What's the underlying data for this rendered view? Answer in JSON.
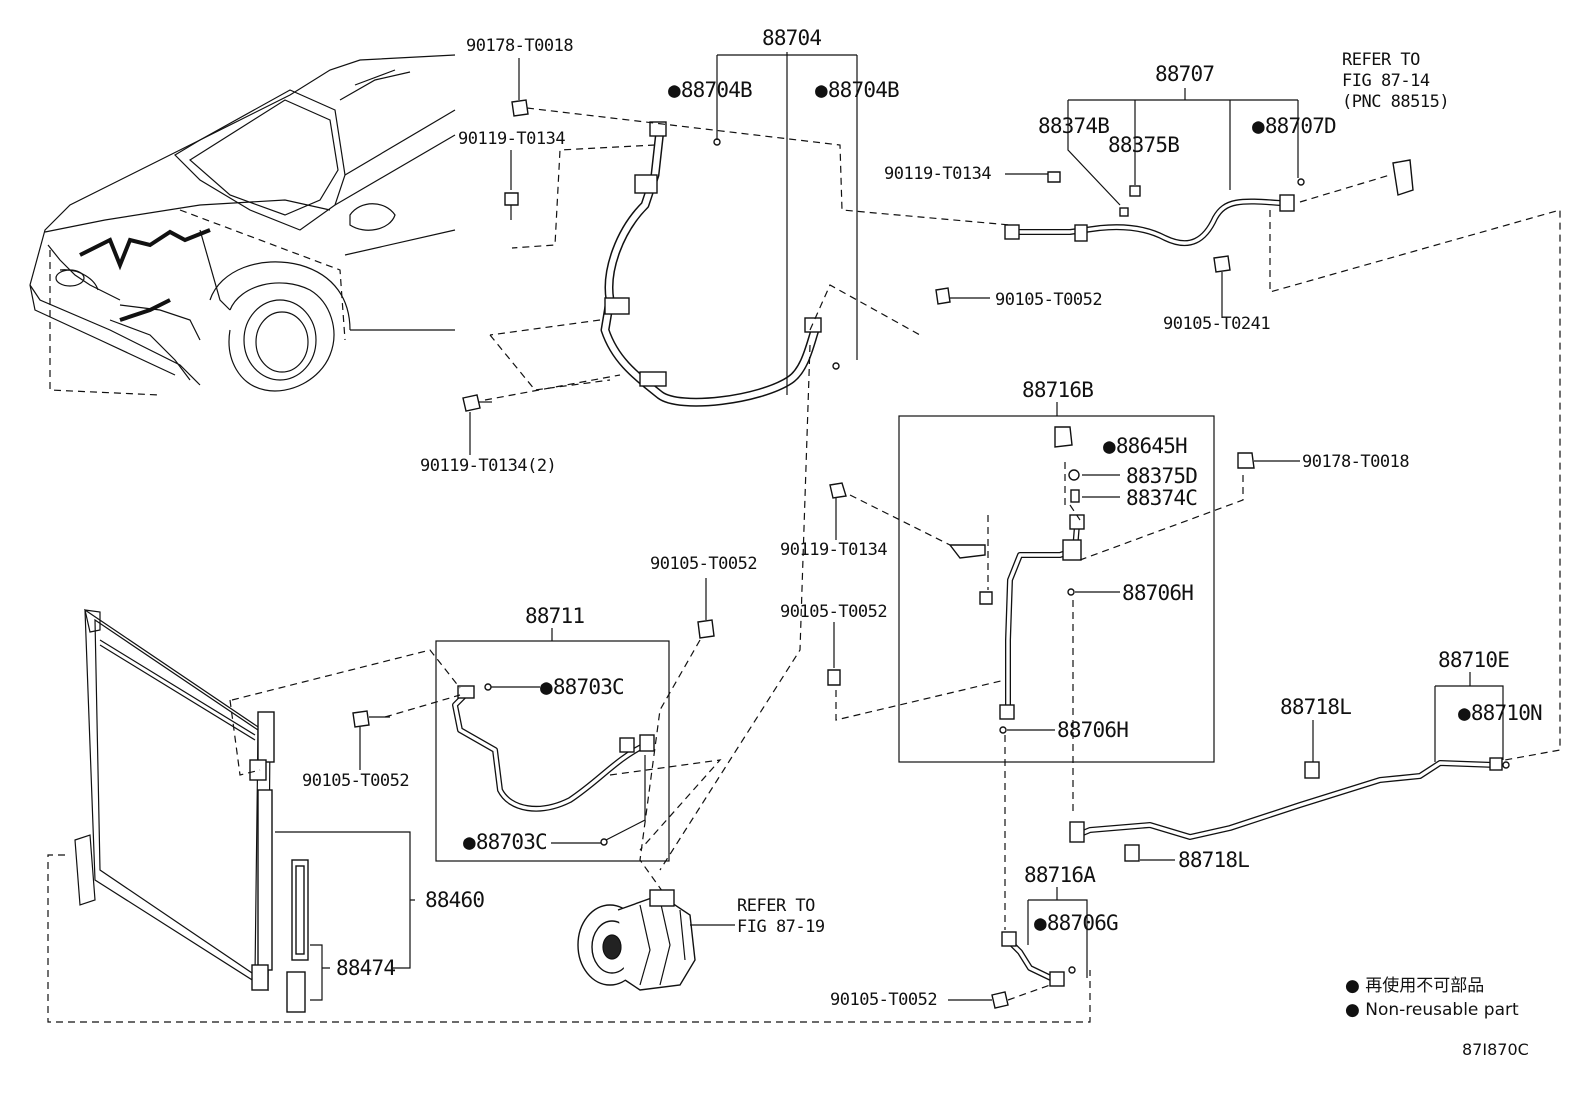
{
  "figure_code": "87I870C",
  "legend": {
    "line1": "再使用不可部品",
    "line2": "Non-reusable part"
  },
  "callouts": {
    "p88704": "88704",
    "p88704B_a": "88704B",
    "p88704B_b": "88704B",
    "p90178_T0018_a": "90178-T0018",
    "p90119_T0134_a": "90119-T0134",
    "p90119_T0134_2": "90119-T0134(2)",
    "p88707": "88707",
    "p88374B": "88374B",
    "p88375B": "88375B",
    "p88707D": "88707D",
    "refer_87_14_l1": "REFER TO",
    "refer_87_14_l2": "FIG 87-14",
    "refer_87_14_l3": "(PNC 88515)",
    "p90119_T0134_b": "90119-T0134",
    "p90105_T0052_a": "90105-T0052",
    "p90105_T0241": "90105-T0241",
    "p88716B": "88716B",
    "p88645H": "88645H",
    "p88375D": "88375D",
    "p88374C": "88374C",
    "p90178_T0018_b": "90178-T0018",
    "p90119_T0134_c": "90119-T0134",
    "p88706H_a": "88706H",
    "p90105_T0052_b": "90105-T0052",
    "p88706H_b": "88706H",
    "p90105_T0052_c": "90105-T0052",
    "p88711": "88711",
    "p88703C_a": "88703C",
    "p88703C_b": "88703C",
    "p90105_T0052_d": "90105-T0052",
    "p88460": "88460",
    "p88474": "88474",
    "refer_87_19_l1": "REFER TO",
    "refer_87_19_l2": "FIG 87-19",
    "p88710E": "88710E",
    "p88718L_a": "88718L",
    "p88710N": "88710N",
    "p88718L_b": "88718L",
    "p88716A": "88716A",
    "p88706G": "88706G",
    "p90105_T0052_e": "90105-T0052"
  }
}
